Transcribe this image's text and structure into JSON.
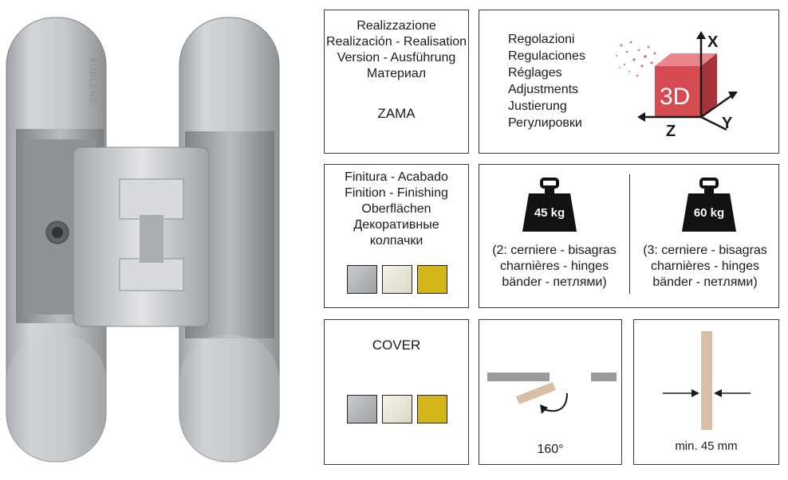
{
  "material": {
    "lines": [
      "Realizzazione",
      "Realización - Realisation",
      "Version - Ausführung",
      "Материал"
    ],
    "value": "ZAMA"
  },
  "adjustments": {
    "lines": [
      "Regolazioni",
      "Regulaciones",
      "Réglages",
      "Adjustments",
      "Justierung",
      "Регулировки"
    ],
    "axis_x": "X",
    "axis_y": "Y",
    "axis_z": "Z",
    "cube_label": "3D"
  },
  "finish": {
    "lines": [
      "Finitura - Acabado",
      "Finition - Finishing",
      "Oberflächen",
      "Декоративные",
      "колпачки"
    ],
    "swatches": [
      "silver",
      "white",
      "gold"
    ]
  },
  "load": {
    "left": {
      "weight": "45 kg",
      "lines": [
        "(2: cerniere - bisagras",
        "charnières - hinges",
        "bänder - петлями)"
      ]
    },
    "right": {
      "weight": "60 kg",
      "lines": [
        "(3: cerniere - bisagras",
        "charnières - hinges",
        "bänder - петлями)"
      ]
    }
  },
  "cover": {
    "title": "COVER",
    "swatches": [
      "silver",
      "white",
      "gold"
    ]
  },
  "opening": {
    "angle": "160°"
  },
  "thickness": {
    "label": "min. 45 mm"
  },
  "product": {
    "brand_engraving": "KOBLENZ"
  },
  "colors": {
    "silver": "#b4b7ba",
    "white": "#ece8dc",
    "gold": "#d4b51c",
    "door_wood": "#d6bfa4",
    "frame_gray": "#9a9a9a",
    "cube_red": "#d64a52"
  }
}
